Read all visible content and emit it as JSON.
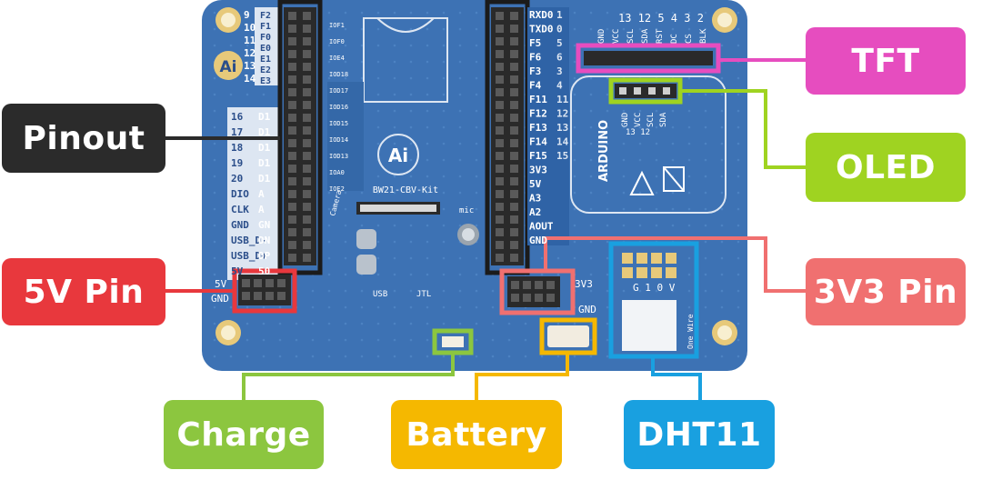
{
  "labels": {
    "pinout": "Pinout",
    "five_v_pin": "5V Pin",
    "charge": "Charge",
    "battery": "Battery",
    "dht11": "DHT11",
    "tft": "TFT",
    "oled": "OLED",
    "three_v3_pin": "3V3 Pin"
  },
  "board": {
    "kit_name": "BW21-CBV-Kit",
    "logo_text": "Ai",
    "arduino_text": "ARDUINO",
    "camera_text": "Camera",
    "mic_text": "mic",
    "oled_pins": "GND VCC SCL SDA",
    "oled_pin_numbers": "13 12",
    "tft_pin_numbers": "13 12 5 4 3 2",
    "tft_pins": "GND VCC SCL SDA RST DC CS BLK",
    "dht_pins": "G 1 0 V",
    "dht_text": "One Wire",
    "left_header_pins": [
      "F2",
      "F1",
      "F0",
      "E0",
      "E1",
      "E2",
      "E3"
    ],
    "left_numbers": [
      "9",
      "10",
      "11",
      "12",
      "13",
      "14"
    ],
    "left_side_labels": [
      "16",
      "17",
      "18",
      "19",
      "20",
      "DIO",
      "CLK",
      "GND",
      "USB_D-",
      "USB_D+",
      "5V"
    ],
    "left_side_mid": [
      "D1",
      "D1",
      "D1",
      "D1",
      "D1",
      "A",
      "A",
      "GN",
      "DN",
      "DP",
      "50"
    ],
    "right_header_pins": [
      "RXD0",
      "TXD0",
      "F5",
      "F6",
      "F3",
      "F4",
      "F11",
      "F12",
      "F13",
      "F14",
      "F15",
      "3V3",
      "5V",
      "A3",
      "A2",
      "AOUT",
      "GND"
    ],
    "right_numbers": [
      "1",
      "0",
      "5",
      "6",
      "3",
      "4",
      "11",
      "12",
      "13",
      "14",
      "15"
    ],
    "chip_labels": [
      "IOF1",
      "IOF0",
      "IOE4",
      "IOD18",
      "IOD17",
      "IOD16",
      "IOD15",
      "IOD14",
      "IOD13",
      "IOA0",
      "IOE2"
    ],
    "power_labels": [
      "5V",
      "GND",
      "3V3",
      "GND"
    ],
    "usb_text": "USB",
    "jtag_text": "JTL"
  },
  "colors": {
    "board": "#3a6fb0",
    "board_dark": "#2b5a96",
    "pinout": "#2b2b2b",
    "five_v_pin": "#e8383d",
    "charge": "#8cc63f",
    "battery": "#f5b800",
    "dht11": "#19a0e0",
    "tft": "#e64dbf",
    "oled": "#9fd321",
    "three_v3_pin": "#f07070"
  }
}
